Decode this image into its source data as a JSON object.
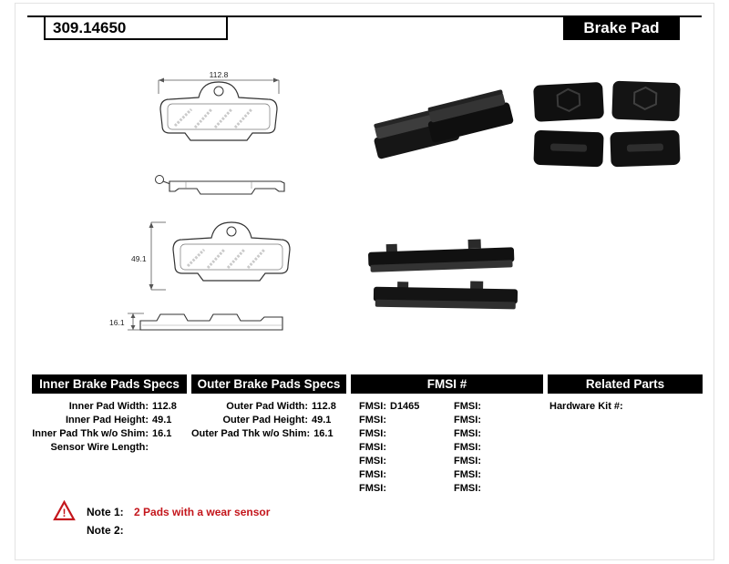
{
  "header": {
    "part_number": "309.14650",
    "product_type": "Brake Pad"
  },
  "drawings": {
    "width_dim": "112.8",
    "height_dim": "49.1",
    "thickness_dim": "16.1"
  },
  "specs_table": {
    "inner": {
      "header": "Inner Brake Pads Specs",
      "rows": [
        {
          "label": "Inner Pad Width:",
          "value": "112.8"
        },
        {
          "label": "Inner Pad Height:",
          "value": "49.1"
        },
        {
          "label": "Inner Pad Thk w/o Shim:",
          "value": "16.1"
        },
        {
          "label": "Sensor Wire Length:",
          "value": ""
        }
      ]
    },
    "outer": {
      "header": "Outer Brake Pads Specs",
      "rows": [
        {
          "label": "Outer Pad Width:",
          "value": "112.8"
        },
        {
          "label": "Outer Pad Height:",
          "value": "49.1"
        },
        {
          "label": "Outer Pad Thk w/o Shim:",
          "value": "16.1"
        }
      ]
    },
    "fmsi": {
      "header": "FMSI #",
      "left_rows": [
        {
          "label": "FMSI:",
          "value": "D1465"
        },
        {
          "label": "FMSI:",
          "value": ""
        },
        {
          "label": "FMSI:",
          "value": ""
        },
        {
          "label": "FMSI:",
          "value": ""
        },
        {
          "label": "FMSI:",
          "value": ""
        },
        {
          "label": "FMSI:",
          "value": ""
        },
        {
          "label": "FMSI:",
          "value": ""
        }
      ],
      "right_rows": [
        {
          "label": "FMSI:",
          "value": ""
        },
        {
          "label": "FMSI:",
          "value": ""
        },
        {
          "label": "FMSI:",
          "value": ""
        },
        {
          "label": "FMSI:",
          "value": ""
        },
        {
          "label": "FMSI:",
          "value": ""
        },
        {
          "label": "FMSI:",
          "value": ""
        },
        {
          "label": "FMSI:",
          "value": ""
        }
      ]
    },
    "related": {
      "header": "Related Parts",
      "rows": [
        {
          "label": "Hardware Kit #:",
          "value": ""
        }
      ]
    }
  },
  "notes": {
    "warning_glyph": "!",
    "note1_label": "Note 1:",
    "note1_text": "2 Pads with a wear sensor",
    "note2_label": "Note 2:",
    "note2_text": ""
  },
  "colors": {
    "note_red": "#c4161c",
    "header_bg": "#000000",
    "page_bg": "#ffffff"
  }
}
